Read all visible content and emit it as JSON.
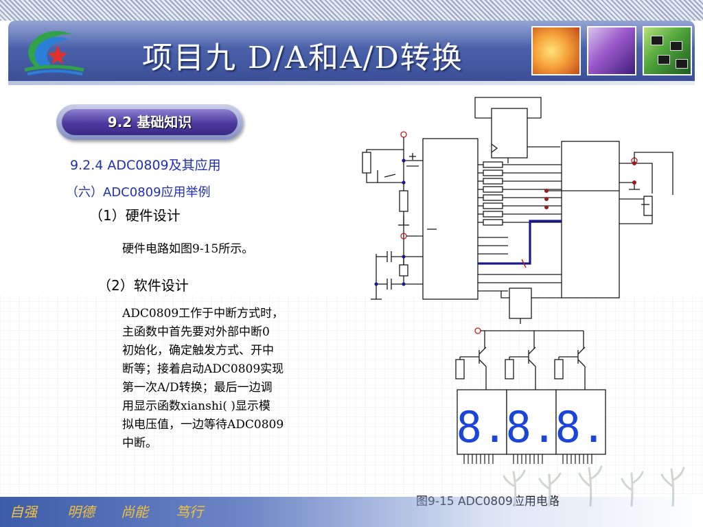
{
  "header": {
    "title": "项目九 D/A和A/D转换"
  },
  "section": {
    "pill_label": "9.2 基础知识",
    "subsection": "9.2.4  ADC0809及其应用",
    "subheading": "（六）ADC0809应用举例"
  },
  "content": {
    "hardware_heading": "（1）硬件设计",
    "hardware_text": "硬件电路如图9-15所示。",
    "software_heading": "（2）软件设计",
    "software_lines": [
      "ADC0809工作于中断方式时，",
      "主函数中首先要对外部中断0",
      "初始化，确定触发方式、开中",
      "断等；接着启动ADC0809实现",
      "第一次A/D转换；最后一边调",
      "用显示函数xianshi( )显示模",
      "拟电压值，一边等待ADC0809",
      "中断。"
    ]
  },
  "figure": {
    "caption": "图9-15    ADC0809应用电路",
    "display_digits": [
      "8.",
      "8.",
      "8."
    ]
  },
  "footer": {
    "motto": [
      "自强",
      "明德",
      "尚能",
      "笃行"
    ]
  },
  "colors": {
    "banner": "#4b62aa",
    "text_blue": "#1f2fb3",
    "circuit_line": "#1a1a1a",
    "bus_blue": "#1a1a8c",
    "display_blue": "#1b44d8",
    "node_red": "#9b1c1c",
    "motto_gold": "#f4c23c"
  }
}
